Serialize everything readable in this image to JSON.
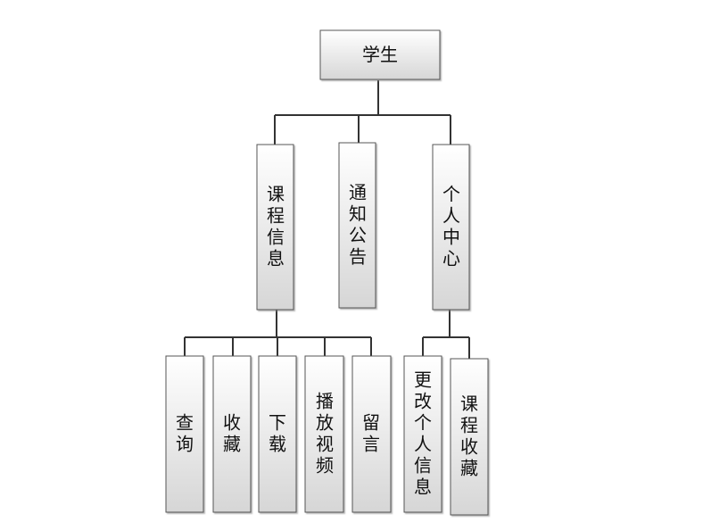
{
  "root": {
    "label": "学生"
  },
  "level1": [
    {
      "label": "课程信息"
    },
    {
      "label": "通知公告"
    },
    {
      "label": "个人中心"
    }
  ],
  "course_children": [
    {
      "label": "查询"
    },
    {
      "label": "收藏"
    },
    {
      "label": "下载"
    },
    {
      "label": "播放视频"
    },
    {
      "label": "留言"
    }
  ],
  "personal_children": [
    {
      "label": "更改个人信息"
    },
    {
      "label": "课程收藏"
    }
  ],
  "colors": {
    "box_top": "#ffffff",
    "box_bottom": "#d9d9d9",
    "border": "#555555",
    "line": "#333333"
  }
}
